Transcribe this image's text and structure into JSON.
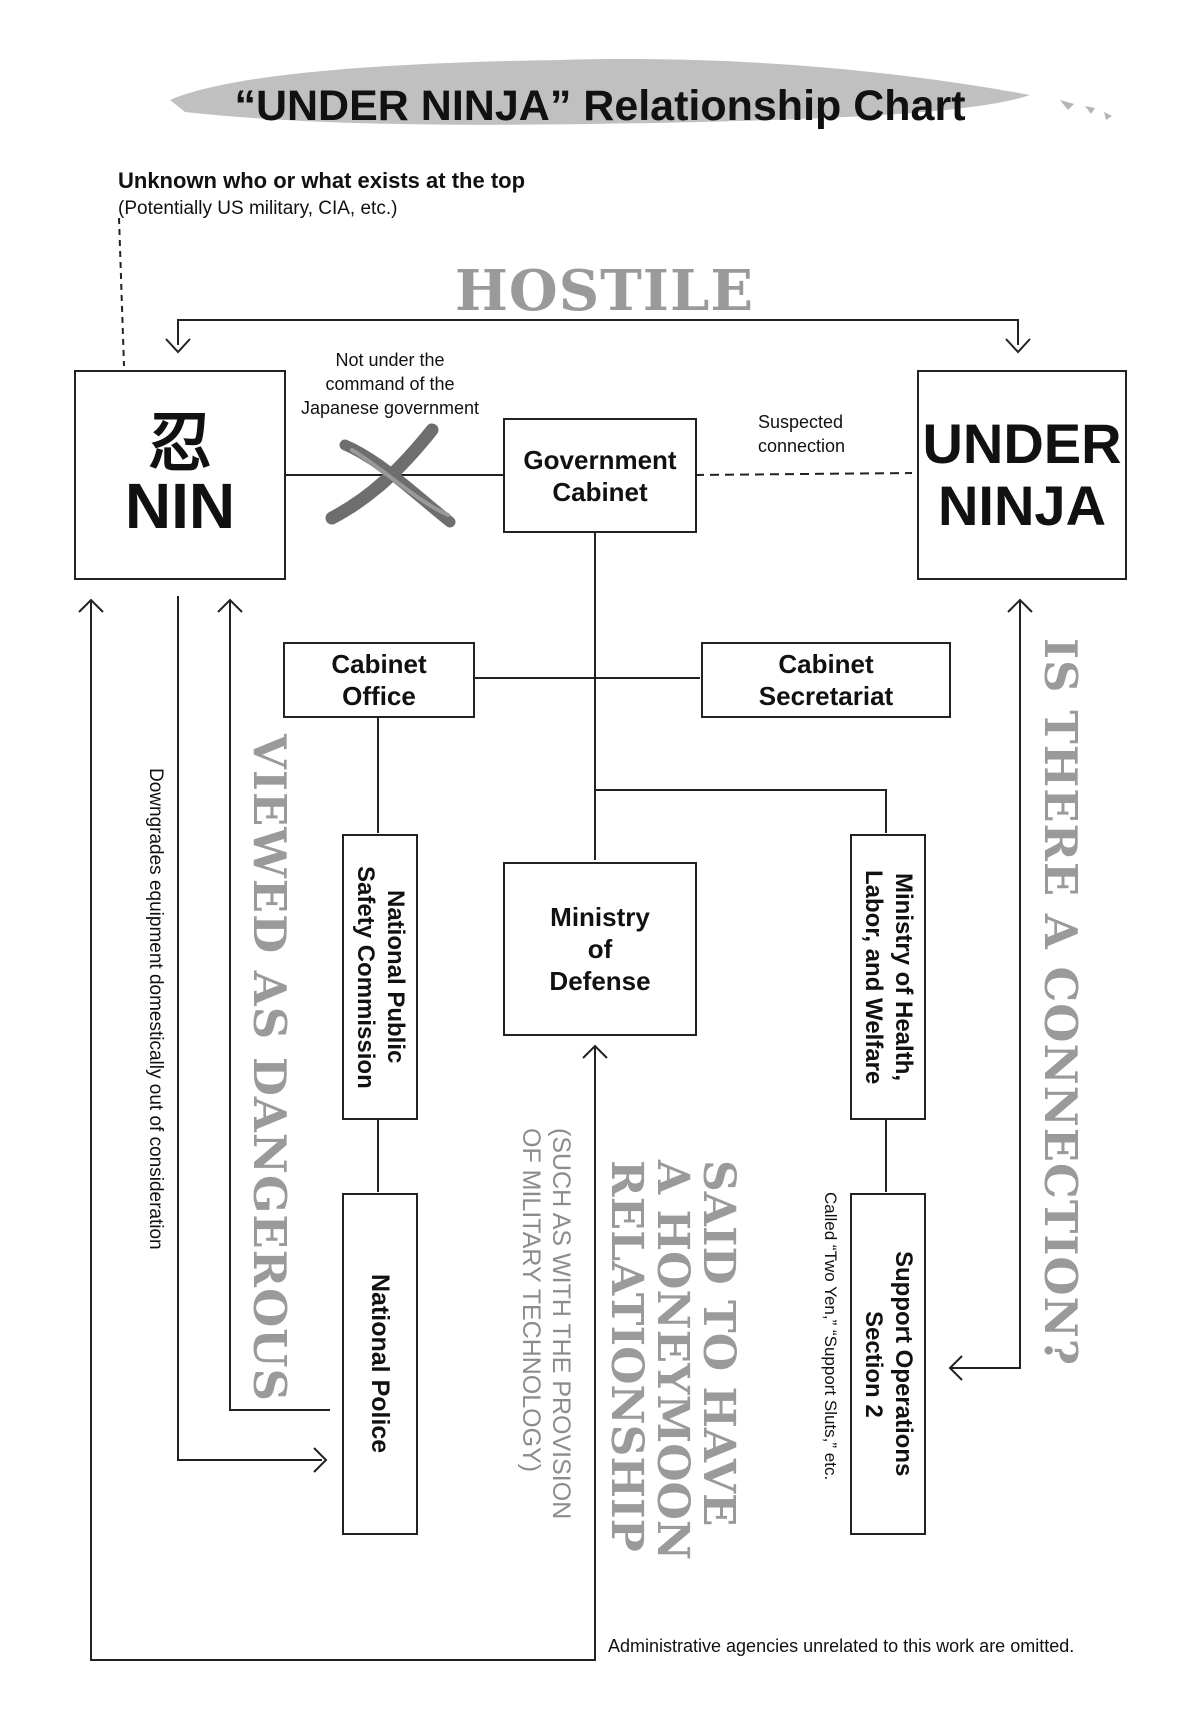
{
  "title": "“UNDER NINJA” Relationship Chart",
  "top": {
    "label": "Unknown who or what exists at the top",
    "sub": "(Potentially US military, CIA, etc.)"
  },
  "hostile": "HOSTILE",
  "nin_box": {
    "kanji": "忍",
    "label": "NIN"
  },
  "under_ninja_box": {
    "line1": "UNDER",
    "line2": "NINJA"
  },
  "not_under_command": [
    "Not under the",
    "command of the",
    "Japanese government"
  ],
  "suspected_connection": [
    "Suspected",
    "connection"
  ],
  "boxes": {
    "government_cabinet": [
      "Government",
      "Cabinet"
    ],
    "cabinet_office": [
      "Cabinet",
      "Office"
    ],
    "cabinet_secretariat": [
      "Cabinet",
      "Secretariat"
    ],
    "national_public_safety": [
      "National Public",
      "Safety Commission"
    ],
    "ministry_of_defense": [
      "Ministry",
      "of",
      "Defense"
    ],
    "ministry_of_health": [
      "Ministry of Health,",
      "Labor, and Welfare"
    ],
    "national_police": "National Police",
    "support_operations": [
      "Support Operations",
      "Section 2"
    ]
  },
  "annotations": {
    "downgrades": "Downgrades equipment domestically out of consideration",
    "viewed_as_dangerous": "VIEWED AS DANGEROUS",
    "honeymoon": [
      "SAID TO HAVE",
      "A HONEYMOON",
      "RELATIONSHIP"
    ],
    "honeymoon_sub": [
      "(SUCH AS WITH THE PROVISION",
      "OF MILITARY TECHNOLOGY)"
    ],
    "is_there_connection": "IS THERE A CONNECTION?",
    "called": "Called “Two Yen,” “Support Sluts,” etc."
  },
  "footer": "Administrative agencies unrelated to this work are omitted.",
  "colors": {
    "ink": "#111111",
    "gray_text": "#9a9a9a",
    "brush": "#b5b5b5"
  }
}
